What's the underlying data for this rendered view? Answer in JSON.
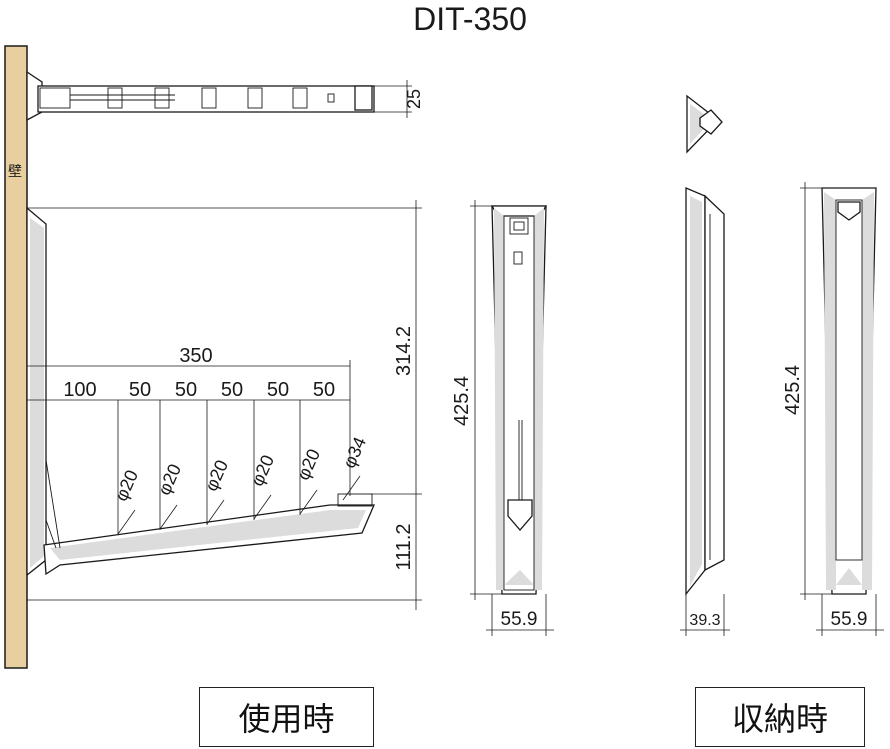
{
  "title": "DIT-350",
  "wall_label": "壁",
  "in_use_label": "使用時",
  "stored_label": "収納時",
  "dims": {
    "top_thickness": "25",
    "height_upper": "314.2",
    "height_lower": "111.2",
    "total_height_front": "425.4",
    "total_height_side": "425.4",
    "width_350": "350",
    "pitch_100": "100",
    "pitch_50": [
      "50",
      "50",
      "50",
      "50",
      "50"
    ],
    "phi20": [
      "φ20",
      "φ20",
      "φ20",
      "φ20",
      "φ20"
    ],
    "phi34": "φ34",
    "depth_front_use": "55.9",
    "depth_side_stored": "39.3",
    "depth_front_stored": "55.9"
  }
}
